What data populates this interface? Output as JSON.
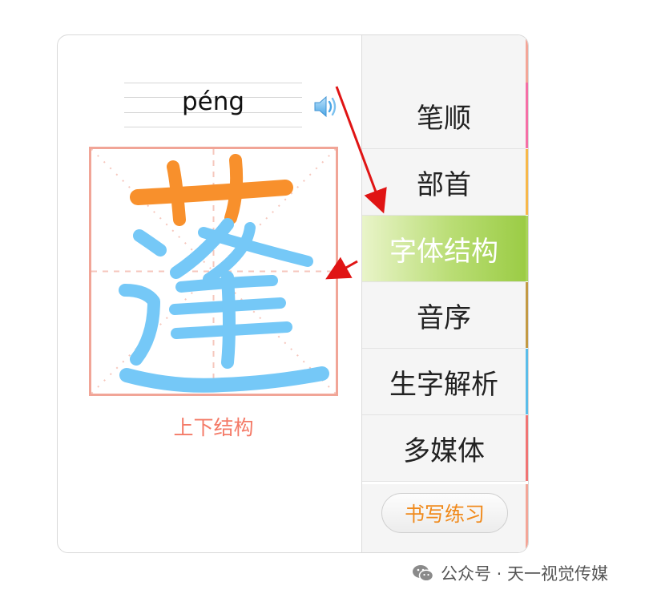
{
  "character": {
    "hanzi": "蓬",
    "pinyin": "péng",
    "structure": "上下结构",
    "radical_color": "#f8902c",
    "body_color": "#75c8f7"
  },
  "speaker": {
    "icon": "speaker-icon"
  },
  "menu": {
    "items": [
      {
        "label": "笔顺",
        "stripe": "#f56fa6"
      },
      {
        "label": "部首",
        "stripe": "#f7b84a"
      },
      {
        "label": "字体结构",
        "stripe": "#a8d45a",
        "active": true
      },
      {
        "label": "音序",
        "stripe": "#c39a44"
      },
      {
        "label": "生字解析",
        "stripe": "#5bbde9"
      },
      {
        "label": "多媒体",
        "stripe": "#f07474"
      }
    ],
    "top_stripe": "#f3a698",
    "foot_stripe": "#f3a698",
    "practice_button": "书写练习"
  },
  "colors": {
    "active_gradient_end": "#9bcc45",
    "grid_border": "#f1a597",
    "label_color": "#f47a67",
    "arrow_color": "#e01414"
  },
  "watermark": {
    "text": "公众号 · 天一视觉传媒",
    "icon": "wechat-icon"
  }
}
